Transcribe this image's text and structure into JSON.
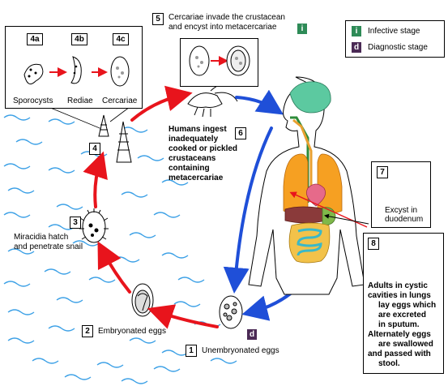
{
  "legend": {
    "infective": {
      "key": "i",
      "label": "Infective stage",
      "color": "#2e8b57"
    },
    "diagnostic": {
      "key": "d",
      "label": "Diagnostic stage",
      "color": "#4b2a55"
    }
  },
  "stages": {
    "s1": {
      "num": "1",
      "label": "Unembryonated eggs",
      "tag": "d"
    },
    "s2": {
      "num": "2",
      "label": "Embryonated eggs"
    },
    "s3": {
      "num": "3",
      "label_lines": [
        "Miracidia hatch",
        "and penetrate snail"
      ]
    },
    "s4": {
      "num": "4"
    },
    "s4a": {
      "num": "4a",
      "label": "Sporocysts"
    },
    "s4b": {
      "num": "4b",
      "label": "Rediae"
    },
    "s4c": {
      "num": "4c",
      "label": "Cercariae"
    },
    "s5": {
      "num": "5",
      "label_lines": [
        "Cercariae invade the crustacean",
        "and encyst into metacercariae"
      ],
      "tag": "i"
    },
    "s6": {
      "num": "6",
      "label_lines": [
        "Humans ingest",
        "inadequately",
        "cooked or pickled",
        "crustaceans",
        "containing",
        "metacercariae"
      ]
    },
    "s7": {
      "num": "7",
      "label_lines": [
        "Excyst in",
        "duodenum"
      ]
    },
    "s8": {
      "num": "8",
      "label_lines": [
        "Adults in cystic",
        "cavities in lungs",
        "lay eggs which",
        "are excreted",
        "in sputum.",
        "Alternately eggs",
        "are swallowed",
        "and passed with",
        "stool."
      ]
    }
  },
  "colors": {
    "cycle_red": "#e8141c",
    "cycle_blue": "#1f4fd8",
    "water": "#3ba0e6"
  }
}
